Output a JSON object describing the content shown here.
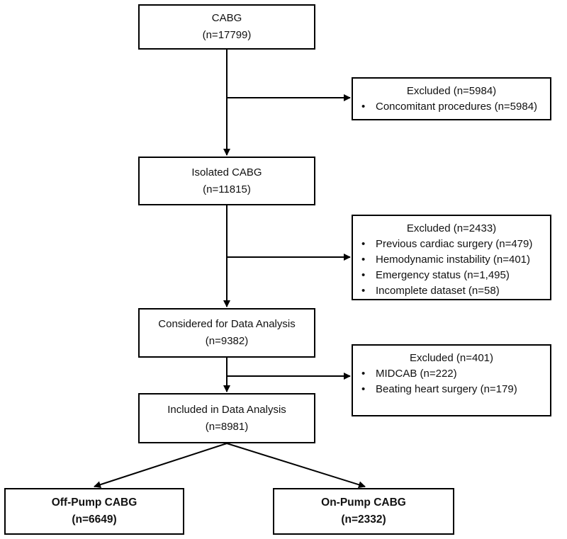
{
  "boxes": {
    "cabg": {
      "title": "CABG",
      "count": "(n=17799)"
    },
    "isolated": {
      "title": "Isolated CABG",
      "count": "(n=11815)"
    },
    "considered": {
      "title": "Considered for Data Analysis",
      "count": "(n=9382)"
    },
    "included": {
      "title": "Included in Data Analysis",
      "count": "(n=8981)"
    },
    "off_pump": {
      "title": "Off-Pump CABG",
      "count": "(n=6649)"
    },
    "on_pump": {
      "title": "On-Pump CABG",
      "count": "(n=2332)"
    }
  },
  "excluded": [
    {
      "title": "Excluded (n=5984)",
      "items": [
        "Concomitant procedures (n=5984)"
      ]
    },
    {
      "title": "Excluded (n=2433)",
      "items": [
        "Previous cardiac surgery (n=479)",
        "Hemodynamic instability (n=401)",
        "Emergency status (n=1,495)",
        "Incomplete dataset (n=58)"
      ]
    },
    {
      "title": "Excluded (n=401)",
      "items": [
        "MIDCAB (n=222)",
        "Beating heart surgery (n=179)"
      ]
    }
  ]
}
